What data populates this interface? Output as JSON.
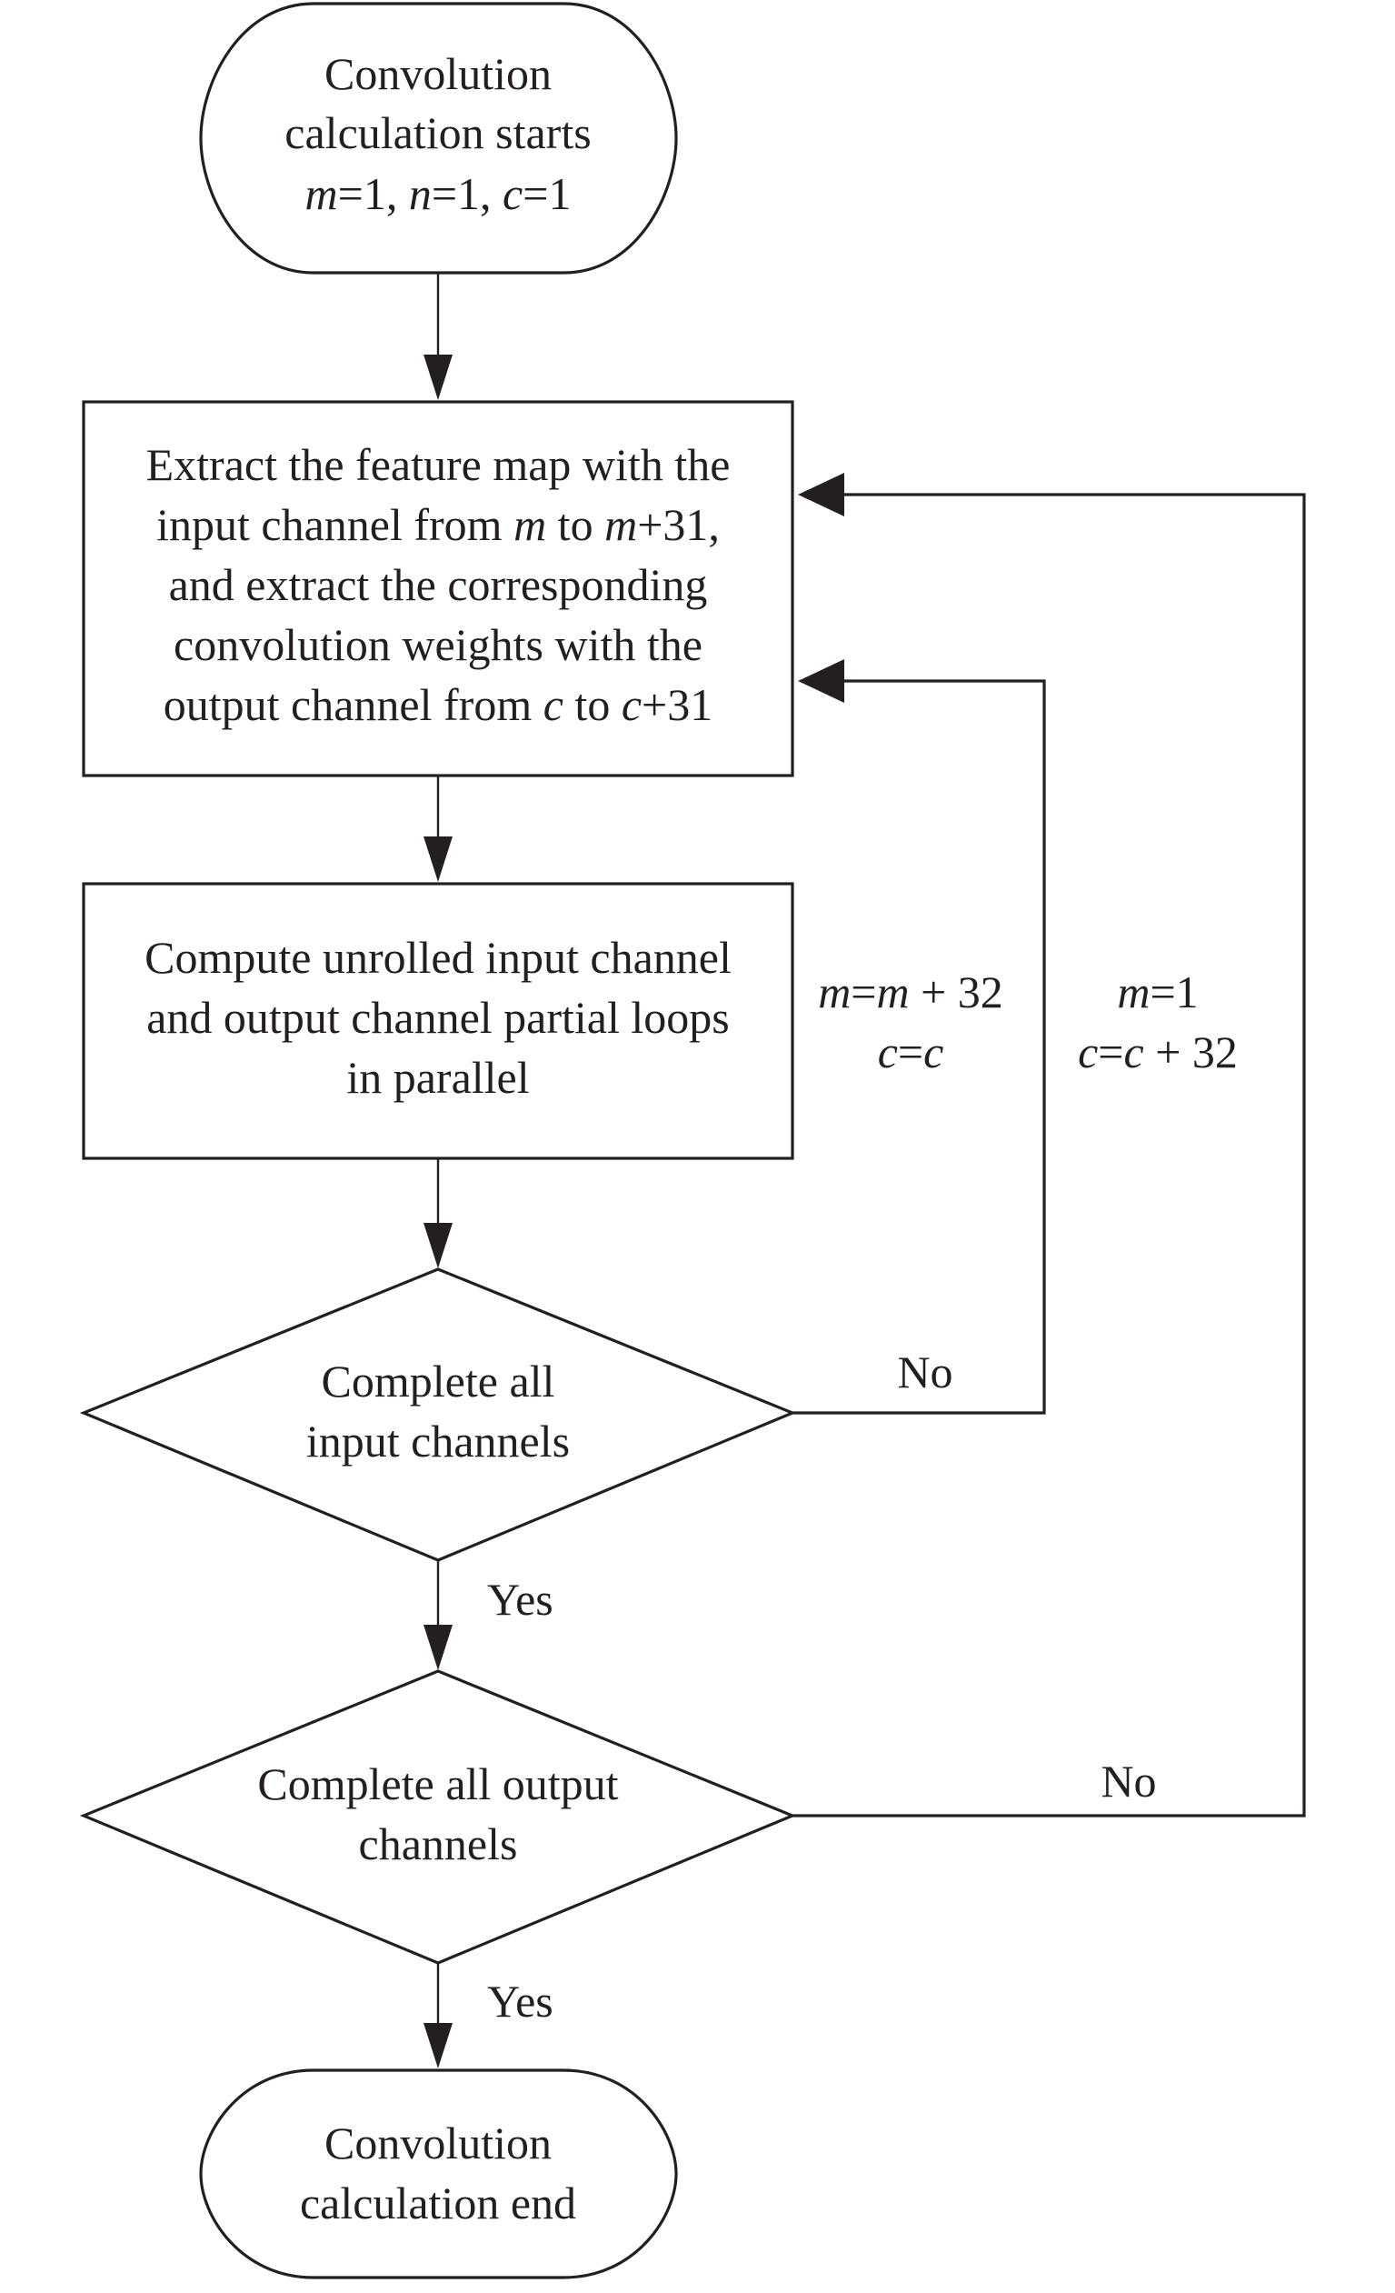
{
  "nodes": {
    "start": {
      "line1": "Convolution",
      "line2": "calculation starts",
      "init": {
        "m": "m",
        "eq1": "=1, ",
        "n": "n",
        "eq2": "=1, ",
        "c": "c",
        "eq3": "=1"
      }
    },
    "extract": {
      "line1": "Extract the feature map with the",
      "line2_a": "input channel from ",
      "line2_m": "m",
      "line2_b": " to ",
      "line2_m2": "m",
      "line2_c": "+31,",
      "line3": "and extract the corresponding",
      "line4": "convolution weights with the",
      "line5_a": "output channel from ",
      "line5_c": "c",
      "line5_b": " to ",
      "line5_c2": "c",
      "line5_d": "+31"
    },
    "compute": {
      "line1": "Compute unrolled input channel",
      "line2": "and output channel partial loops",
      "line3": "in parallel"
    },
    "decision_input": {
      "line1": "Complete all",
      "line2": "input channels"
    },
    "decision_output": {
      "line1": "Complete all output",
      "line2": "channels"
    },
    "end": {
      "line1": "Convolution",
      "line2": "calculation end"
    }
  },
  "edge_labels": {
    "yes1": "Yes",
    "yes2": "Yes",
    "no_inner": "No",
    "no_outer": "No"
  },
  "loop_updates": {
    "inner": {
      "m": "m",
      "eq1": "=",
      "m2": "m",
      "rest1": " + 32",
      "c": "c",
      "eq2": "=",
      "c2": "c"
    },
    "outer": {
      "m": "m",
      "rest1": "=1",
      "c": "c",
      "eq2": "=",
      "c2": "c",
      "rest2": " + 32"
    }
  }
}
